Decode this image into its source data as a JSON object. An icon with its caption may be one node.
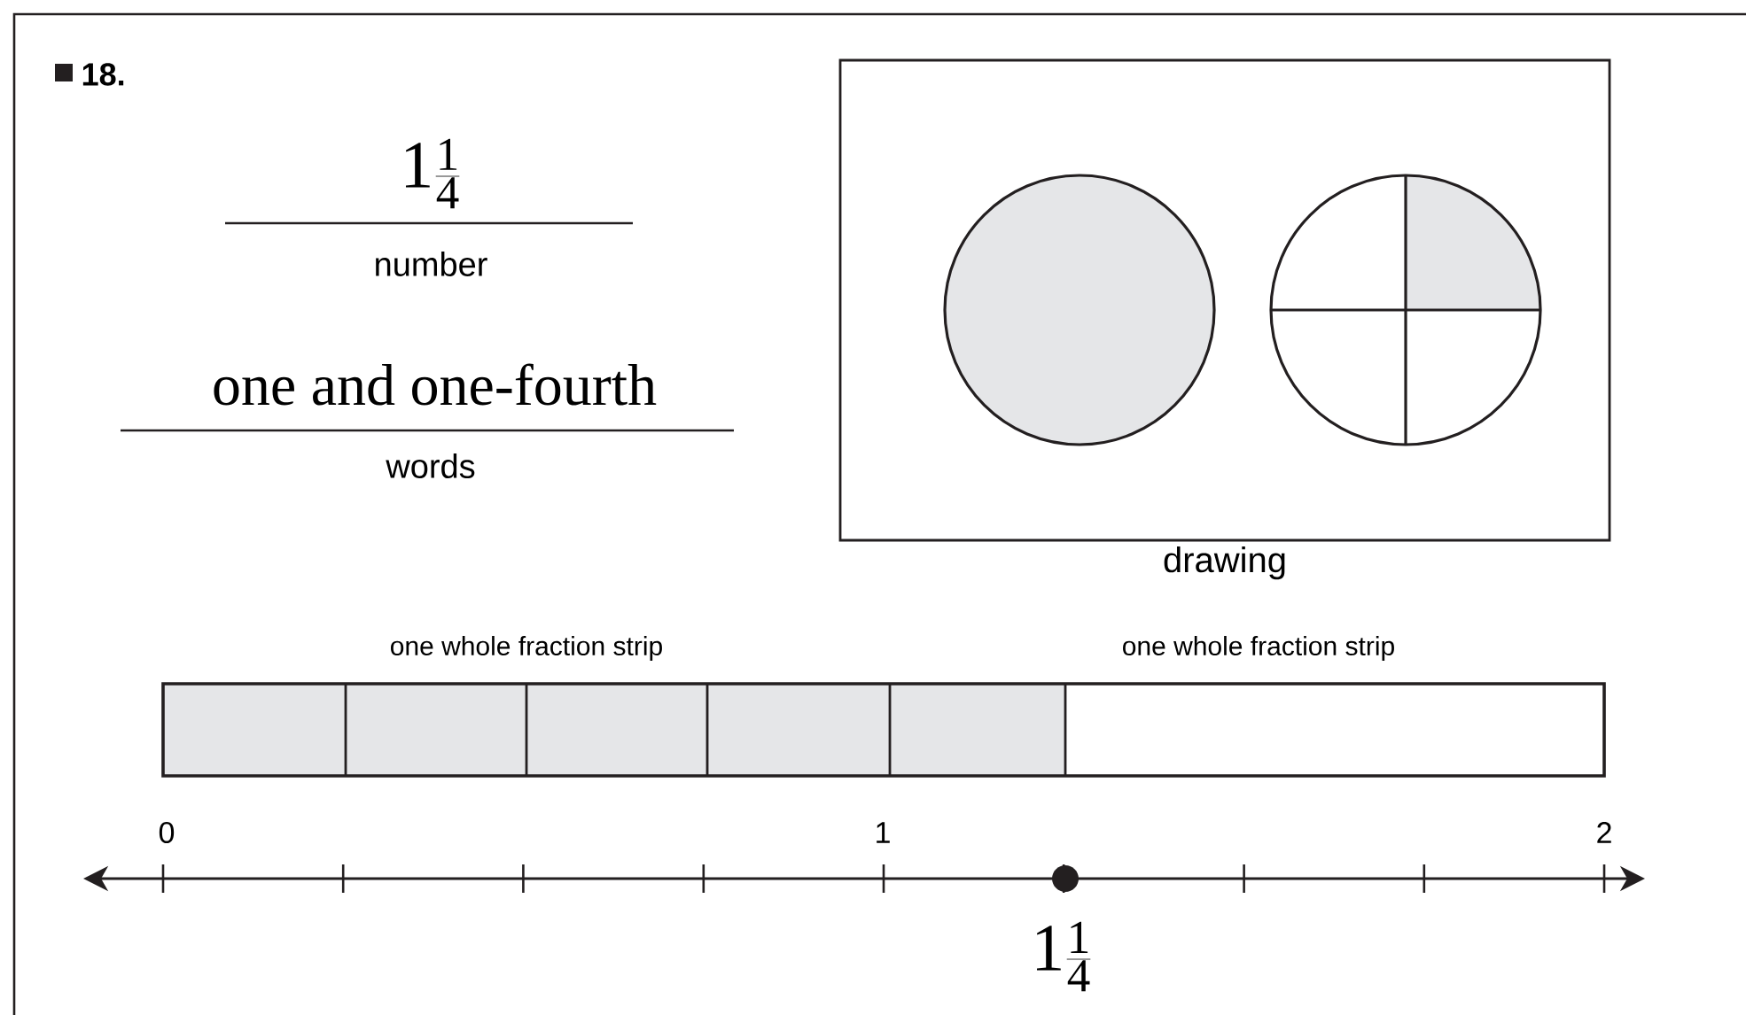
{
  "diagram": {
    "nodes": [
      {
        "text": [
          "drawing"
        ]
      },
      {
        "text": [],
        "shape": "circle",
        "in": 0
      },
      {
        "text": [],
        "shape": "circle",
        "in": 0
      }
    ],
    "labels": [
      "18.",
      "\\mathrm{1\\frac{1}{4}}",
      "number",
      "one and one-fourth",
      "words",
      "one whole fraction strip",
      "one whole fraction strip",
      "0",
      "1",
      "2",
      "\\mathrm{1\\frac{1}{4}}"
    ]
  }
}
